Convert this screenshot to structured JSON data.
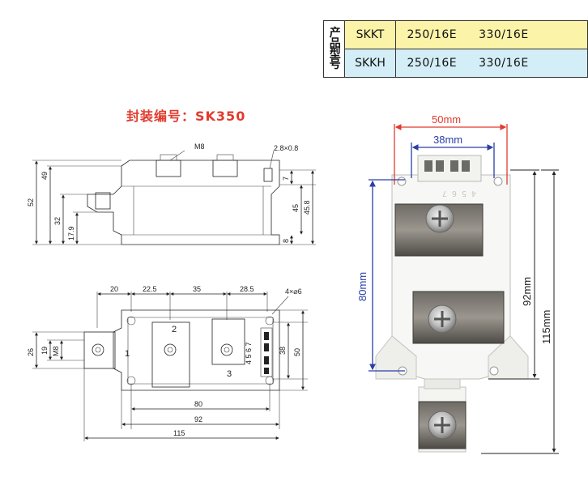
{
  "spec_table": {
    "header": "产品型号",
    "rows": [
      {
        "model": "SKKT",
        "values": [
          "250/16E",
          "330/16E"
        ]
      },
      {
        "model": "SKKH",
        "values": [
          "250/16E",
          "330/16E"
        ]
      }
    ]
  },
  "package_title": "封装编号：SK350",
  "side_view": {
    "thread_label": "M8",
    "terminal_label": "2.8×0.8",
    "dims_left": [
      "52",
      "49",
      "32",
      "17.9"
    ],
    "dims_right": [
      "7",
      "45",
      "45.8",
      "8"
    ]
  },
  "top_view": {
    "dims_top": [
      "20",
      "22.5",
      "35",
      "28.5"
    ],
    "hole_label": "4×⌀6",
    "dims_left": [
      "26",
      "19",
      "M8"
    ],
    "dims_right": [
      "38",
      "50"
    ],
    "dims_bottom": [
      "80",
      "92",
      "115"
    ],
    "terminal_numbers": [
      "1",
      "2",
      "3"
    ],
    "aux_pins": "4 5 6 7"
  },
  "photo": {
    "width_outer": "50mm",
    "width_inner": "38mm",
    "height_left": "80mm",
    "height_mid": "92mm",
    "height_full": "115mm",
    "colors": {
      "red_dim": "#e23b2e",
      "blue_dim": "#2a3fa8"
    }
  }
}
